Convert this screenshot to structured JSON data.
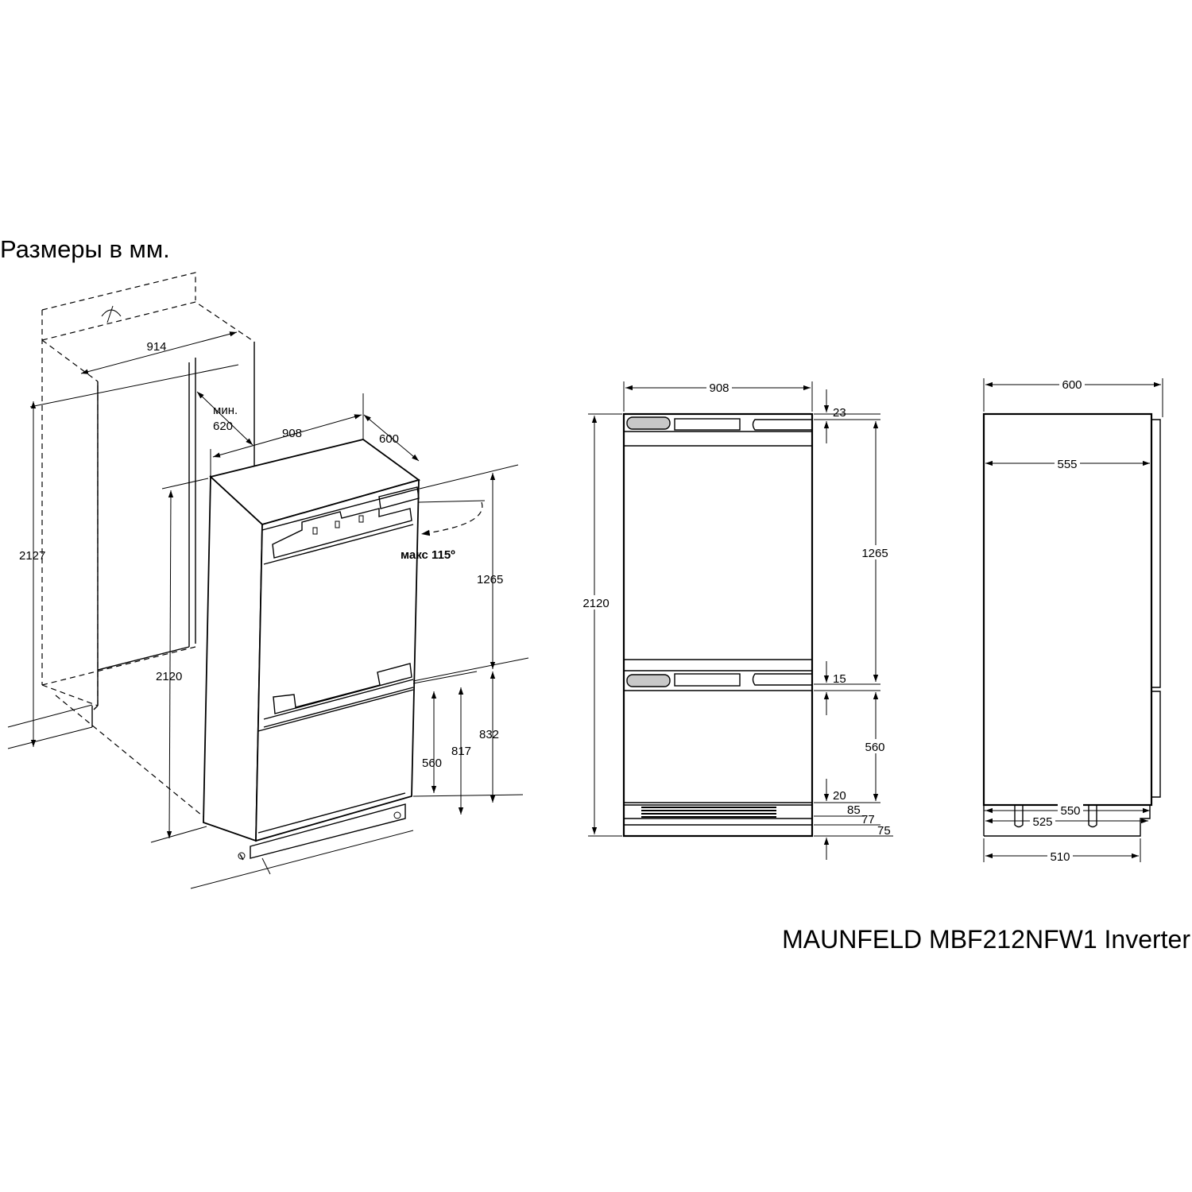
{
  "title": "Размеры в мм.",
  "model": "MAUNFELD MBF212NFW1 Inverter",
  "iso_view": {
    "niche_width": "914",
    "niche_height": "2127",
    "niche_depth_min_label": "мин.",
    "niche_depth_min_value": "620",
    "appliance_width": "908",
    "appliance_depth": "600",
    "appliance_height": "2120",
    "upper_section": "1265",
    "lower_section_total": "832",
    "lower_door": "560",
    "lower_door_to_floor": "817",
    "door_angle": "макс 115º"
  },
  "front_view": {
    "width": "908",
    "height": "2120",
    "top_gap": "23",
    "upper_door": "1265",
    "middle_gap": "15",
    "lower_door": "560",
    "bottom_gap": "20",
    "plinth_85": "85",
    "plinth_77": "77",
    "plinth_75": "75"
  },
  "side_view": {
    "depth_total": "600",
    "depth_body": "555",
    "depth_550": "550",
    "depth_525": "525",
    "depth_510": "510"
  }
}
